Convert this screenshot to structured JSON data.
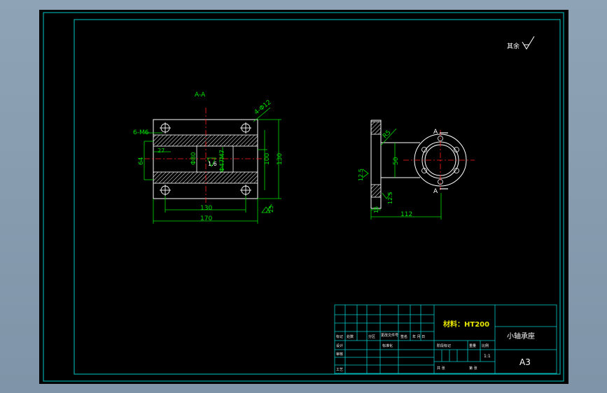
{
  "drawing": {
    "roughness_note": "其余",
    "section_label": "A-A",
    "section_marker": "A",
    "colors": {
      "background": "#000000",
      "frame": "#00c8c8",
      "dimension": "#00e000",
      "geometry": "#ffffff",
      "centerline": "#ff2020",
      "text": "#ffffff"
    }
  },
  "front_view": {
    "dims": {
      "holes_top": "4-Φ12",
      "thread_left": "6-M6",
      "depth": "27",
      "height_64": "64",
      "bore_80": "Φ80",
      "bore_47": "Φ47M7",
      "height_100": "100",
      "height_130": "130",
      "roughness_center": "1.6",
      "width_130": "130",
      "width_170": "170",
      "roughness_right": "25"
    }
  },
  "side_view": {
    "dims": {
      "radius": "R5",
      "roughness_left": "12.5",
      "height_50": "50",
      "roughness_bottom": "12.5",
      "thickness": "15",
      "length_112": "112"
    }
  },
  "title_block": {
    "material_label": "材料：HT200",
    "part_name": "小轴承座",
    "sheet_size": "A3",
    "scale": "1:1",
    "small": {
      "r1_c1": "标记",
      "r1_c2": "处数",
      "r1_c3": "分区",
      "r1_c4": "更改文件号",
      "r1_c5": "签名",
      "r1_c6": "年 月 日",
      "r2_c1": "设计",
      "r2_c3": "标准化",
      "r3_c1": "审核",
      "r4_c1": "工艺",
      "stage": "阶段标记",
      "weight": "重量",
      "ratio": "比例",
      "sheets": "共 张",
      "sheet_no": "第 张"
    }
  }
}
